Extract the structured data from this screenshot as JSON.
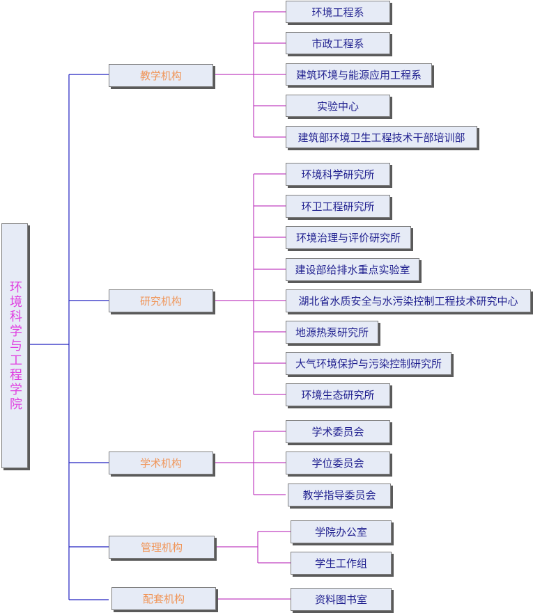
{
  "root": {
    "label": "环境科学与工程学院"
  },
  "categories": [
    {
      "label": "教学机构",
      "children": [
        "环境工程系",
        "市政工程系",
        "建筑环境与能源应用工程系",
        "实验中心",
        "建筑部环境卫生工程技术干部培训部"
      ]
    },
    {
      "label": "研究机构",
      "children": [
        "环境科学研究所",
        "环卫工程研究所",
        "环境治理与评价研究所",
        "建设部给排水重点实验室",
        "湖北省水质安全与水污染控制工程技术研究中心",
        "地源热泵研究所",
        "大气环境保护与污染控制研究所",
        "环境生态研究所"
      ]
    },
    {
      "label": "学术机构",
      "children": [
        "学术委员会",
        "学位委员会",
        "教学指导委员会"
      ]
    },
    {
      "label": "管理机构",
      "children": [
        "学院办公室",
        "学生工作组"
      ]
    },
    {
      "label": "配套机构",
      "children": [
        "资料图书室"
      ]
    }
  ],
  "colors": {
    "root_text": "#e040e0",
    "category_text": "#f0965a",
    "leaf_text": "#1f1f8f",
    "box_fill": "#e6ebf6",
    "left_connector": "#2020c0",
    "right_connector": "#c040c0"
  }
}
